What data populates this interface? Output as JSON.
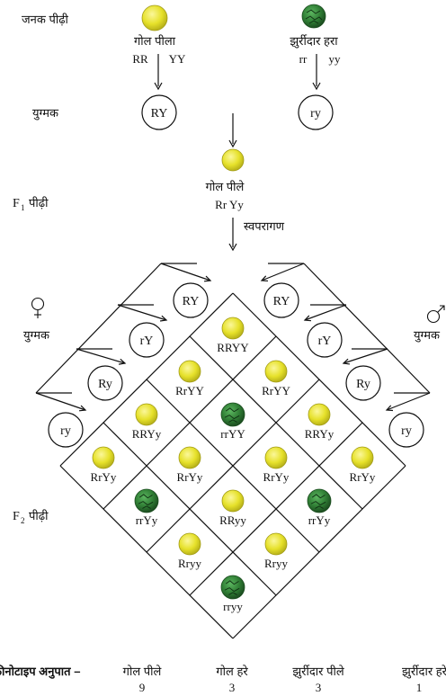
{
  "colors": {
    "yellow": "#e6e12a",
    "yellow_dark": "#b8b21a",
    "green": "#2f7d34",
    "green_dark": "#1c4d20",
    "line": "#111111"
  },
  "row_labels": {
    "parent": "जनक पीढ़ी",
    "gamete": "युग्मक",
    "f1": "पीढ़ी",
    "f1_prefix": "F",
    "f1_sub": "1",
    "f2": "पीढ़ी",
    "f2_prefix": "F",
    "f2_sub": "2"
  },
  "parents": {
    "left": {
      "name": "गोल पीला",
      "genotype_a": "RR",
      "genotype_b": "YY",
      "seed": "yellow-round-seed-icon"
    },
    "right": {
      "name": "झुर्रीदार हरा",
      "genotype_a": "rr",
      "genotype_b": "yy",
      "seed": "green-wrinkled-seed-icon"
    }
  },
  "gametes_parent": {
    "left": "RY",
    "right": "ry"
  },
  "f1": {
    "name": "गोल पीले",
    "genotype": "Rr Yy",
    "process": "स्वपरागण"
  },
  "female": {
    "symbol": "♀",
    "label": "युग्मक",
    "gametes": [
      "RY",
      "rY",
      "Ry",
      "ry"
    ]
  },
  "male": {
    "symbol": "♂",
    "label": "युग्मक",
    "gametes": [
      "RY",
      "rY",
      "Ry",
      "ry"
    ]
  },
  "grid_cells": [
    {
      "label": "RRYY",
      "seed": "yellow"
    },
    {
      "label": "RrYY",
      "seed": "yellow"
    },
    {
      "label": "RrYY",
      "seed": "yellow"
    },
    {
      "label": "RRYy",
      "seed": "yellow"
    },
    {
      "label": "rrYY",
      "seed": "green"
    },
    {
      "label": "RRYy",
      "seed": "yellow"
    },
    {
      "label": "RrYy",
      "seed": "yellow"
    },
    {
      "label": "RrYy",
      "seed": "yellow"
    },
    {
      "label": "RrYy",
      "seed": "yellow"
    },
    {
      "label": "RrYy",
      "seed": "yellow"
    },
    {
      "label": "rrYy",
      "seed": "green"
    },
    {
      "label": "RRyy",
      "seed": "yellow"
    },
    {
      "label": "rrYy",
      "seed": "green"
    },
    {
      "label": "Rryy",
      "seed": "yellow"
    },
    {
      "label": "Rryy",
      "seed": "yellow"
    },
    {
      "label": "rryy",
      "seed": "green"
    }
  ],
  "ratio": {
    "title": "फीनोटाइप अनुपात –",
    "items": [
      {
        "name": "गोल पीले",
        "value": "9"
      },
      {
        "name": "गोल हरे",
        "value": "3"
      },
      {
        "name": "झुर्रीदार पीले",
        "value": "3"
      },
      {
        "name": "झुर्रीदार हरे",
        "value": "1"
      }
    ]
  }
}
